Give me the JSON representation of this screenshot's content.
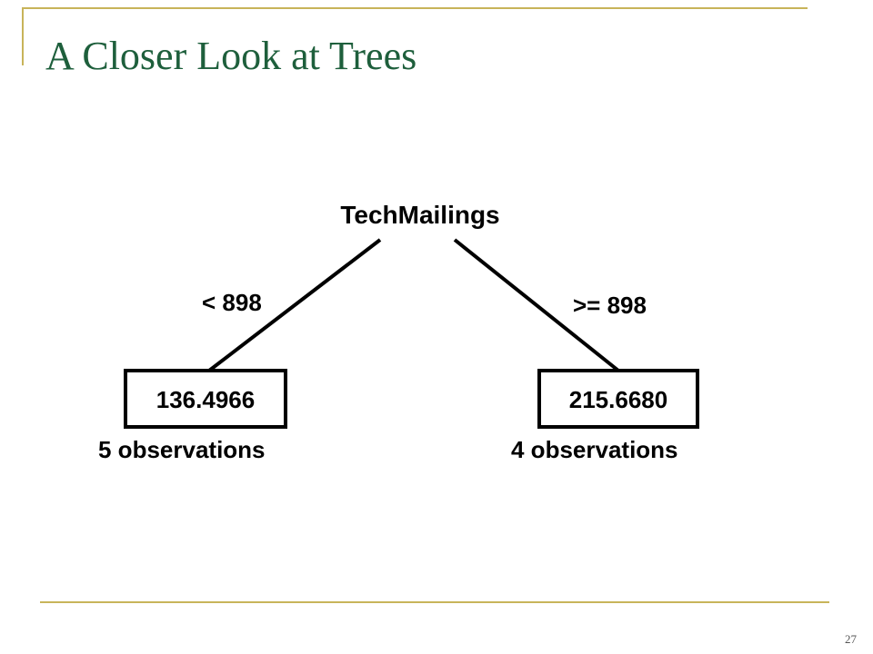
{
  "slide": {
    "title": "A Closer Look at Trees",
    "page_number": "27"
  },
  "tree": {
    "root": {
      "label": "TechMailings"
    },
    "branches": [
      {
        "condition": "< 898",
        "leaf_value": "136.4966",
        "observations": "5 observations"
      },
      {
        "condition": ">= 898",
        "leaf_value": "215.6680",
        "observations": "4 observations"
      }
    ]
  },
  "colors": {
    "title": "#1e5f3c",
    "rule": "#c8b45a",
    "diagram": "#000000"
  }
}
